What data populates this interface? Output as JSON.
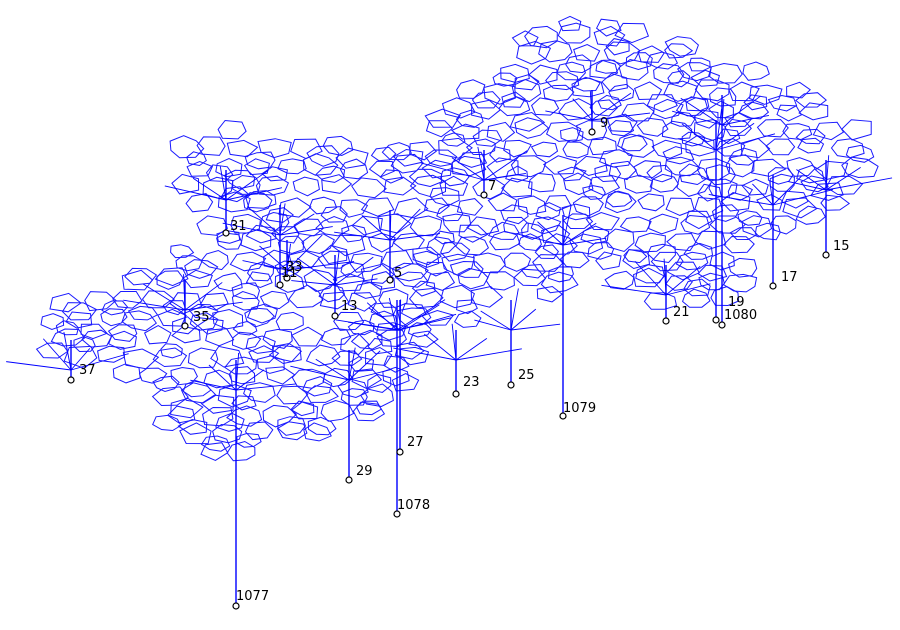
{
  "colors": {
    "mesh": "#1a1aff",
    "support": "#0000ff",
    "node": "#000000",
    "label": "#000000",
    "background": "#ffffff"
  },
  "nodes": [
    {
      "id": "n31",
      "label": "31"
    },
    {
      "id": "n33",
      "label": "33"
    },
    {
      "id": "n11",
      "label": "11"
    },
    {
      "id": "n35",
      "label": "35"
    },
    {
      "id": "n37",
      "label": "37"
    },
    {
      "id": "n13",
      "label": "13"
    },
    {
      "id": "n5",
      "label": "5"
    },
    {
      "id": "n7",
      "label": "7"
    },
    {
      "id": "n9",
      "label": "9"
    },
    {
      "id": "n15",
      "label": "15"
    },
    {
      "id": "n17",
      "label": "17"
    },
    {
      "id": "n19",
      "label": "19"
    },
    {
      "id": "n1080",
      "label": "1080"
    },
    {
      "id": "n21",
      "label": "21"
    },
    {
      "id": "n23",
      "label": "23"
    },
    {
      "id": "n25",
      "label": "25"
    },
    {
      "id": "n1079",
      "label": "1079"
    },
    {
      "id": "n27",
      "label": "27"
    },
    {
      "id": "n29",
      "label": "29"
    },
    {
      "id": "n1078",
      "label": "1078"
    },
    {
      "id": "n1077",
      "label": "1077"
    }
  ]
}
